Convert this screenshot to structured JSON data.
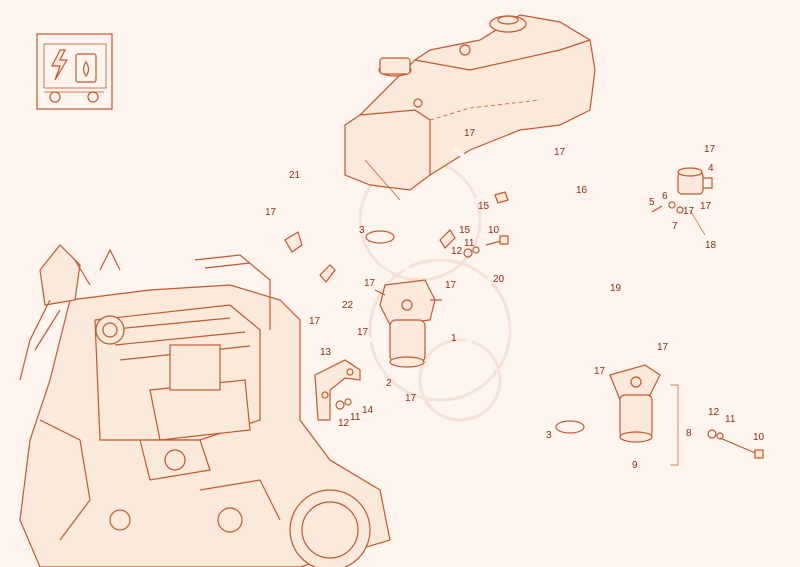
{
  "diagram": {
    "labels": [
      {
        "text": "21"
      },
      {
        "text": "17"
      },
      {
        "text": "17"
      },
      {
        "text": "17"
      },
      {
        "text": "16"
      },
      {
        "text": "17"
      },
      {
        "text": "4"
      },
      {
        "text": "15"
      },
      {
        "text": "5"
      },
      {
        "text": "6"
      },
      {
        "text": "17"
      },
      {
        "text": "7"
      },
      {
        "text": "17"
      },
      {
        "text": "3"
      },
      {
        "text": "15"
      },
      {
        "text": "10"
      },
      {
        "text": "12"
      },
      {
        "text": "11"
      },
      {
        "text": "18"
      },
      {
        "text": "20"
      },
      {
        "text": "19"
      },
      {
        "text": "17"
      },
      {
        "text": "17"
      },
      {
        "text": "22"
      },
      {
        "text": "17"
      },
      {
        "text": "17"
      },
      {
        "text": "1"
      },
      {
        "text": "13"
      },
      {
        "text": "2"
      },
      {
        "text": "17"
      },
      {
        "text": "14"
      },
      {
        "text": "12"
      },
      {
        "text": "11"
      },
      {
        "text": "17"
      },
      {
        "text": "17"
      },
      {
        "text": "3"
      },
      {
        "text": "12"
      },
      {
        "text": "11"
      },
      {
        "text": "8"
      },
      {
        "text": "10"
      },
      {
        "text": "9"
      }
    ],
    "icon": "electric-fuel-system-icon",
    "colors": {
      "line": "#c2582c",
      "text": "#8a2f12",
      "background": "#fdf5ee",
      "part_fill": "#fbe9dc"
    }
  }
}
